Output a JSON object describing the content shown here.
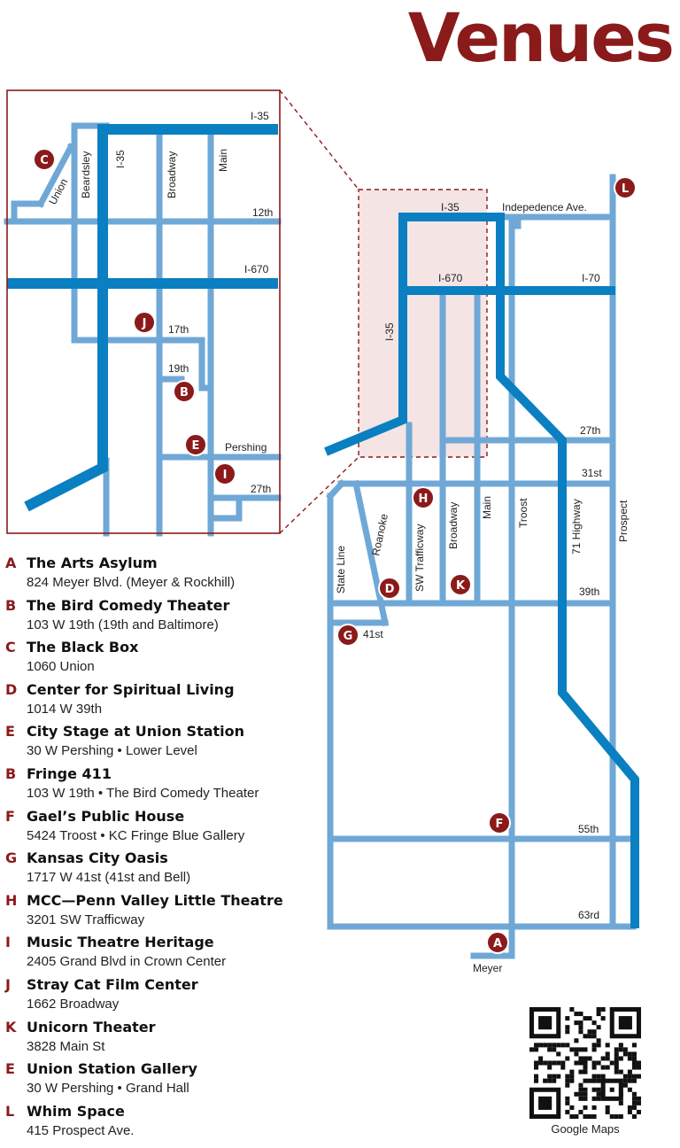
{
  "title": "Venues",
  "colors": {
    "brand": "#8b1a1a",
    "road": "#6fa8d6",
    "highway": "#0a7fc1",
    "inset_bg": "#f4e4e4"
  },
  "inset_labels": {
    "i35_top": "I-35",
    "i35_vert": "I-35",
    "union": "Union",
    "beardsley": "Beardsley",
    "broadway": "Broadway",
    "main": "Main",
    "twelfth": "12th",
    "i670": "I-670",
    "seventeenth": "17th",
    "nineteenth": "19th",
    "pershing": "Pershing",
    "twentyseventh": "27th"
  },
  "map_labels": {
    "i35_top": "I-35",
    "independence": "Indepedence Ave.",
    "i670": "I-670",
    "i70": "I-70",
    "i35_vert": "I-35",
    "twentyseventh": "27th",
    "thirtyfirst": "31st",
    "state_line": "State Line",
    "roanoke": "Roanoke",
    "sw_trafficway": "SW Trafficway",
    "broadway": "Broadway",
    "main": "Main",
    "troost": "Troost",
    "hwy71": "71 Highway",
    "prospect": "Prospect",
    "thirtyninth": "39th",
    "fortyfirst": "41st",
    "fiftyfifth": "55th",
    "sixtythird": "63rd",
    "meyer": "Meyer"
  },
  "markers": {
    "A": "A",
    "B": "B",
    "C": "C",
    "D": "D",
    "E": "E",
    "F": "F",
    "G": "G",
    "H": "H",
    "I": "I",
    "J": "J",
    "K": "K",
    "L": "L"
  },
  "venues": [
    {
      "letter": "A",
      "name": "The Arts Asylum",
      "address": "824 Meyer Blvd. (Meyer & Rockhill)"
    },
    {
      "letter": "B",
      "name": "The Bird Comedy Theater",
      "address": "103 W 19th (19th and Baltimore)"
    },
    {
      "letter": "C",
      "name": "The Black Box",
      "address": "1060 Union"
    },
    {
      "letter": "D",
      "name": "Center for Spiritual Living",
      "address": "1014 W 39th"
    },
    {
      "letter": "E",
      "name": "City Stage at Union Station",
      "address": "30 W Pershing • Lower Level"
    },
    {
      "letter": "B",
      "name": "Fringe 411",
      "address": "103 W 19th • The Bird Comedy Theater"
    },
    {
      "letter": "F",
      "name": "Gael’s Public House",
      "address": "5424 Troost • KC Fringe Blue Gallery"
    },
    {
      "letter": "G",
      "name": "Kansas City Oasis",
      "address": "1717 W 41st (41st and Bell)"
    },
    {
      "letter": "H",
      "name": "MCC—Penn Valley Little Theatre",
      "address": "3201 SW Trafficway"
    },
    {
      "letter": "I",
      "name": "Music Theatre Heritage",
      "address": "2405 Grand Blvd in Crown Center"
    },
    {
      "letter": "J",
      "name": "Stray Cat Film Center",
      "address": "1662 Broadway"
    },
    {
      "letter": "K",
      "name": "Unicorn Theater",
      "address": "3828 Main St"
    },
    {
      "letter": "E",
      "name": "Union Station Gallery",
      "address": "30 W Pershing • Grand Hall"
    },
    {
      "letter": "L",
      "name": "Whim Space",
      "address": "415 Prospect Ave."
    }
  ],
  "qr": {
    "icon": "qr-code-icon",
    "caption": "Google Maps"
  }
}
